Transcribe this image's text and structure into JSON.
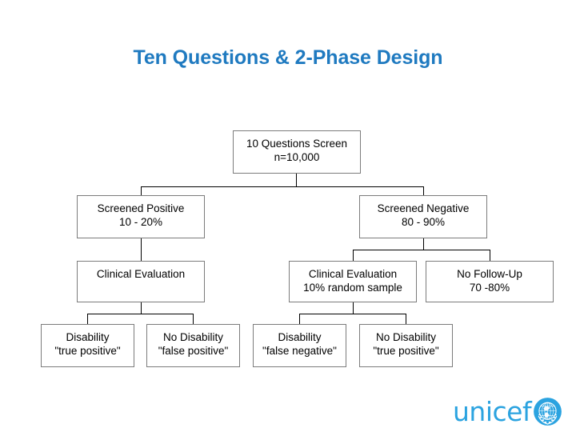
{
  "slide": {
    "title": "Ten Questions & 2-Phase Design",
    "title_color": "#1F7AC0",
    "background_color": "#FFFFFF"
  },
  "diagram": {
    "type": "flowchart-tree",
    "box_border_color": "#7B7B7B",
    "connector_color": "#000000",
    "nodes": [
      {
        "id": "root",
        "name": "ten-questions-screen",
        "line1": "10 Questions Screen",
        "line2": "n=10,000"
      },
      {
        "id": "screened-positive",
        "name": "screened-positive",
        "line1": "Screened Positive",
        "line2": "10 - 20%"
      },
      {
        "id": "screened-negative",
        "name": "screened-negative",
        "line1": "Screened Negative",
        "line2": "80 - 90%"
      },
      {
        "id": "clinical-eval-left",
        "name": "clinical-evaluation-positive",
        "line1": "Clinical Evaluation",
        "line2": ""
      },
      {
        "id": "clinical-eval-right",
        "name": "clinical-evaluation-negative",
        "line1": "Clinical Evaluation",
        "line2": "10% random sample"
      },
      {
        "id": "no-follow-up",
        "name": "no-follow-up",
        "line1": "No Follow-Up",
        "line2": "70 -80%"
      },
      {
        "id": "true-positive",
        "name": "disability-true-positive",
        "line1": "Disability",
        "line2": "\"true positive\""
      },
      {
        "id": "false-positive",
        "name": "no-disability-false-positive",
        "line1": "No Disability",
        "line2": "\"false positive\""
      },
      {
        "id": "false-negative",
        "name": "disability-false-negative",
        "line1": "Disability",
        "line2": "\"false negative\""
      },
      {
        "id": "true-negative",
        "name": "no-disability-true-positive",
        "line1": "No Disability",
        "line2": "\"true positive\""
      }
    ]
  },
  "logo": {
    "wordmark": "unicef",
    "emblem_name": "unicef-globe-laurel-emblem",
    "color": "#2BA3E0"
  }
}
